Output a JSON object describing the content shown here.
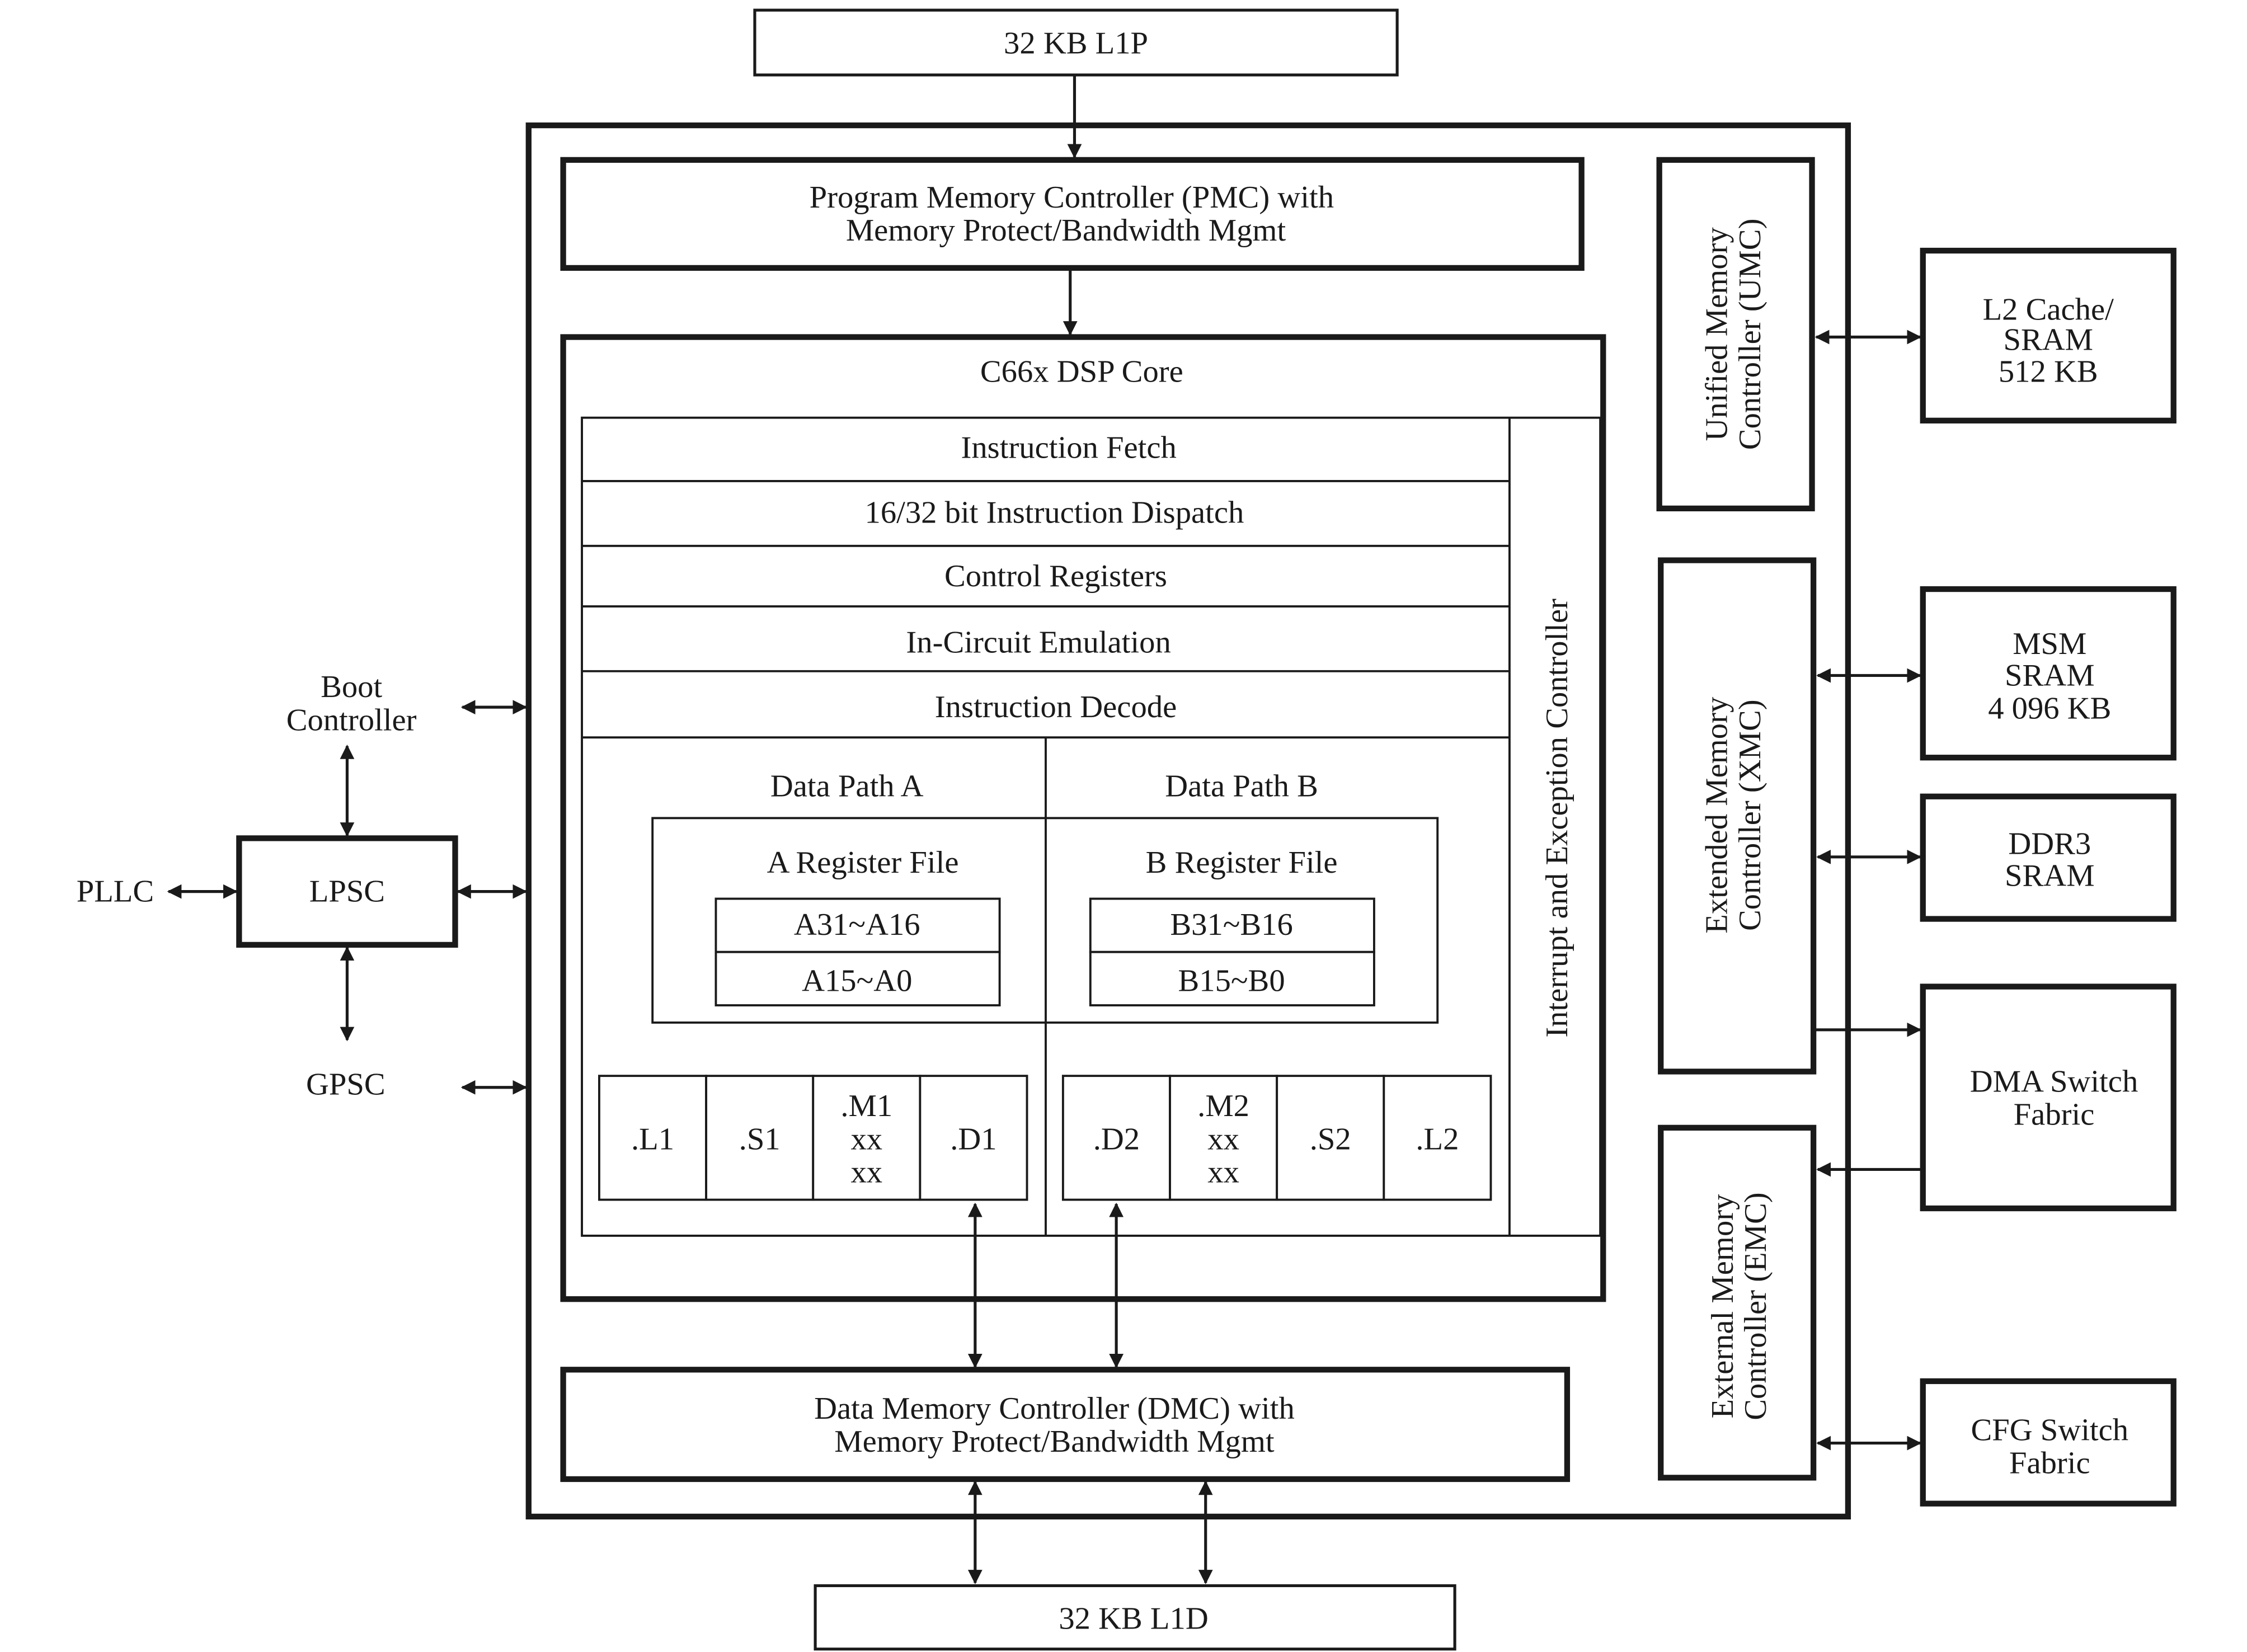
{
  "l1p": "32 KB L1P",
  "l1d": "32 KB L1D",
  "pmc": {
    "line1": "Program Memory Controller (PMC) with",
    "line2": "Memory Protect/Bandwidth Mgmt"
  },
  "dmc": {
    "line1": "Data Memory Controller (DMC) with",
    "line2": "Memory Protect/Bandwidth Mgmt"
  },
  "core": {
    "title": "C66x DSP Core",
    "stages": [
      "Instruction Fetch",
      "16/32 bit Instruction Dispatch",
      "Control Registers",
      "In-Circuit Emulation",
      "Instruction Decode"
    ],
    "interrupt": "Interrupt and Exception Controller",
    "path_a": {
      "title": "Data Path A",
      "regfile": "A Register File",
      "regs": [
        "A31~A16",
        "A15~A0"
      ],
      "units": [
        ".L1",
        ".S1",
        ".M1\nxx\nxx",
        ".D1"
      ]
    },
    "path_b": {
      "title": "Data Path B",
      "regfile": "B Register File",
      "regs": [
        "B31~B16",
        "B15~B0"
      ],
      "units": [
        ".D2",
        ".M2\nxx\nxx",
        ".S2",
        ".L2"
      ]
    }
  },
  "umc": {
    "line1": "Unified Memory",
    "line2": "Controller (UMC)"
  },
  "xmc": {
    "line1": "Extended Memory",
    "line2": "Controller (XMC)"
  },
  "emc": {
    "line1": "External Memory",
    "line2": "Controller (EMC)"
  },
  "external": {
    "l2": [
      "L2 Cache/",
      "SRAM",
      "512 KB"
    ],
    "msm": [
      "MSM",
      "SRAM",
      "4 096 KB"
    ],
    "ddr3": [
      "DDR3",
      "SRAM"
    ],
    "dma": [
      "DMA Switch",
      "Fabric"
    ],
    "cfg": [
      "CFG Switch",
      "Fabric"
    ]
  },
  "left": {
    "boot": [
      "Boot",
      "Controller"
    ],
    "lpsc": "LPSC",
    "pllc": "PLLC",
    "gpsc": "GPSC"
  }
}
